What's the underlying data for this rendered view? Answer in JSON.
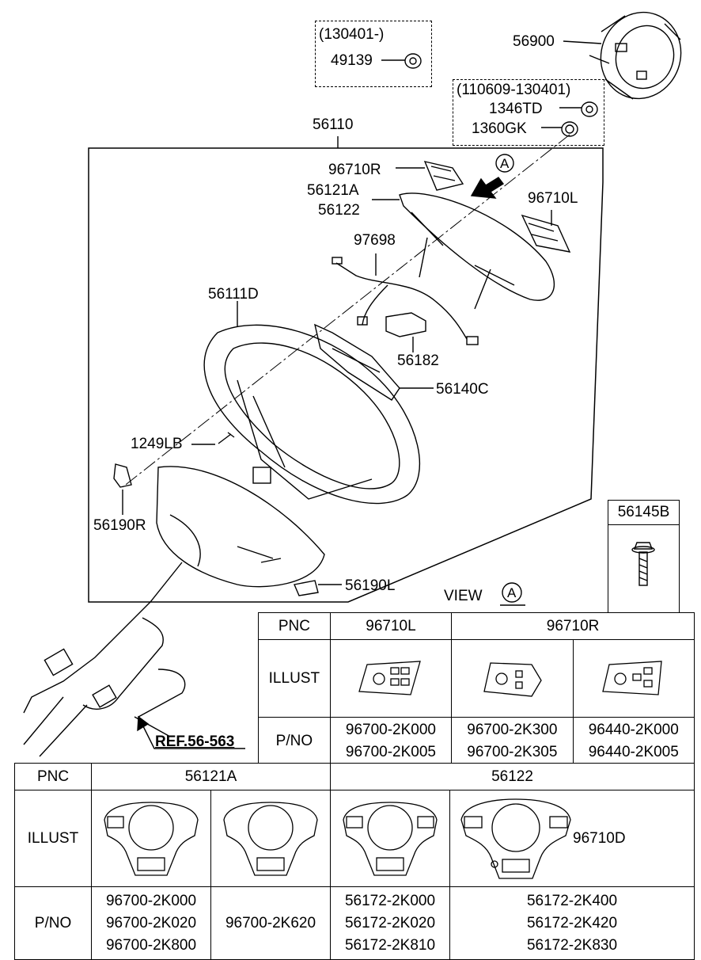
{
  "top_group": {
    "range": "(130401-)",
    "part": "49139"
  },
  "mid_group": {
    "range": "(110609-130401)",
    "parts": [
      "1346TD",
      "1360GK"
    ]
  },
  "callouts": {
    "airbag": "56900",
    "assembly": "56110",
    "switch_r": "96710R",
    "cover_a": "56121A",
    "cover_b": "56122",
    "switch_l": "96710L",
    "harness": "97698",
    "wheel": "56111D",
    "connector": "56182",
    "bracket": "56140C",
    "screw": "1249LB",
    "lower_r": "56190R",
    "lower_l": "56190L",
    "view_marker": "A",
    "bolt_box": "56145B",
    "ref": "REF.56-563",
    "view_label": "VIEW",
    "view_letter": "A",
    "cover_note": "96710D"
  },
  "table1": {
    "headers": [
      "PNC",
      "96710L",
      "96710R"
    ],
    "rows": {
      "illust": "ILLUST",
      "pno": "P/NO"
    },
    "pnos": [
      [
        "96700-2K000",
        "96700-2K005"
      ],
      [
        "96700-2K300",
        "96700-2K305"
      ],
      [
        "96440-2K000",
        "96440-2K005"
      ]
    ]
  },
  "table2": {
    "headers": [
      "PNC",
      "56121A",
      "56122"
    ],
    "rows": {
      "illust": "ILLUST",
      "pno": "P/NO"
    },
    "pnos": [
      [
        "96700-2K000",
        "96700-2K020",
        "96700-2K800"
      ],
      [
        "96700-2K620"
      ],
      [
        "56172-2K000",
        "56172-2K020",
        "56172-2K810"
      ],
      [
        "56172-2K400",
        "56172-2K420",
        "56172-2K830"
      ]
    ]
  }
}
